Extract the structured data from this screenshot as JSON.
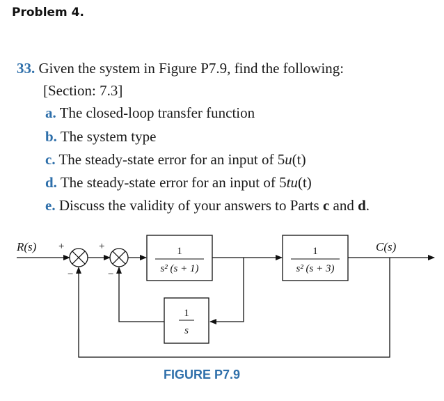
{
  "header": {
    "title": "Problem 4."
  },
  "problem": {
    "number": "33.",
    "intro_line1": "Given the system in Figure P7.9, find the following:",
    "intro_line2": "[Section: 7.3]",
    "items": [
      {
        "letter": "a.",
        "text": "The closed-loop transfer function"
      },
      {
        "letter": "b.",
        "text": "The system type"
      },
      {
        "letter": "c.",
        "text_before": "The steady-state error for an input of 5",
        "func": "u",
        "arg": "(t)"
      },
      {
        "letter": "d.",
        "text_before": "The steady-state error for an input of 5",
        "func": "tu",
        "arg": "(t)"
      },
      {
        "letter": "e.",
        "text_before": "Discuss the validity of your answers to Parts ",
        "bold1": "c",
        "mid": " and ",
        "bold2": "d",
        "after": "."
      }
    ]
  },
  "diagram": {
    "input_label": "R(s)",
    "output_label": "C(s)",
    "sum1_sign_top": "+",
    "sum1_sign_bottom": "−",
    "sum2_sign_top": "+",
    "sum2_sign_bottom": "−",
    "block1": {
      "numerator": "1",
      "denominator": "s² (s + 1)"
    },
    "block2": {
      "numerator": "1",
      "denominator": "s² (s + 3)"
    },
    "feedback_block": {
      "numerator": "1",
      "denominator": "s"
    }
  },
  "figure_caption": "FIGURE P7.9"
}
